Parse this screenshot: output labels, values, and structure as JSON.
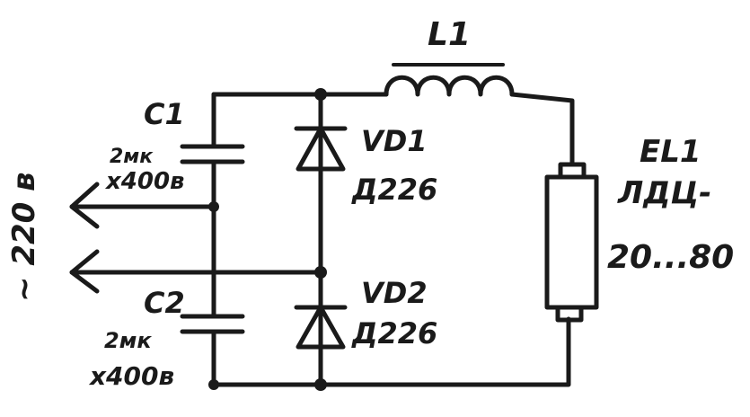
{
  "labels": {
    "inductor": "L1",
    "capacitor1": "C1",
    "capacitor1_value1": "2мк",
    "capacitor1_value2": "x400в",
    "capacitor2": "C2",
    "capacitor2_value1": "2мк",
    "capacitor2_value2": "x400в",
    "diode1": "VD1",
    "diode1_type": "Д226",
    "diode2": "VD2",
    "diode2_type": "Д226",
    "lamp": "EL1",
    "lamp_type": "ЛДЦ-",
    "lamp_power": "20...80",
    "supply": "~ 220 в"
  },
  "colors": {
    "ink": "#1a1a1a",
    "background": "#ffffff"
  }
}
